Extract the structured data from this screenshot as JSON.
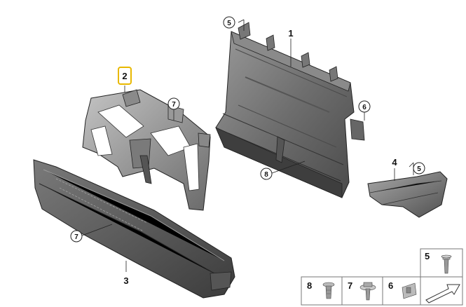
{
  "callouts": {
    "c1": "1",
    "c2": "2",
    "c3": "3",
    "c4": "4",
    "c5a": "5",
    "c5b": "5",
    "c6": "6",
    "c7a": "7",
    "c7b": "7",
    "c8": "8"
  },
  "legend": {
    "items": [
      {
        "num": "8",
        "icon": "push-rivet-icon"
      },
      {
        "num": "7",
        "icon": "flange-screw-icon"
      },
      {
        "num": "6",
        "icon": "clip-nut-icon"
      },
      {
        "num": "5",
        "icon": "expanding-rivet-icon"
      }
    ],
    "arrow_icon": "direction-arrow-icon"
  },
  "colors": {
    "highlight": "#e8b800",
    "part_dark": "#5a5a5a",
    "part_mid": "#8a8a8a",
    "part_light": "#b5b5b5",
    "line": "#222222"
  }
}
